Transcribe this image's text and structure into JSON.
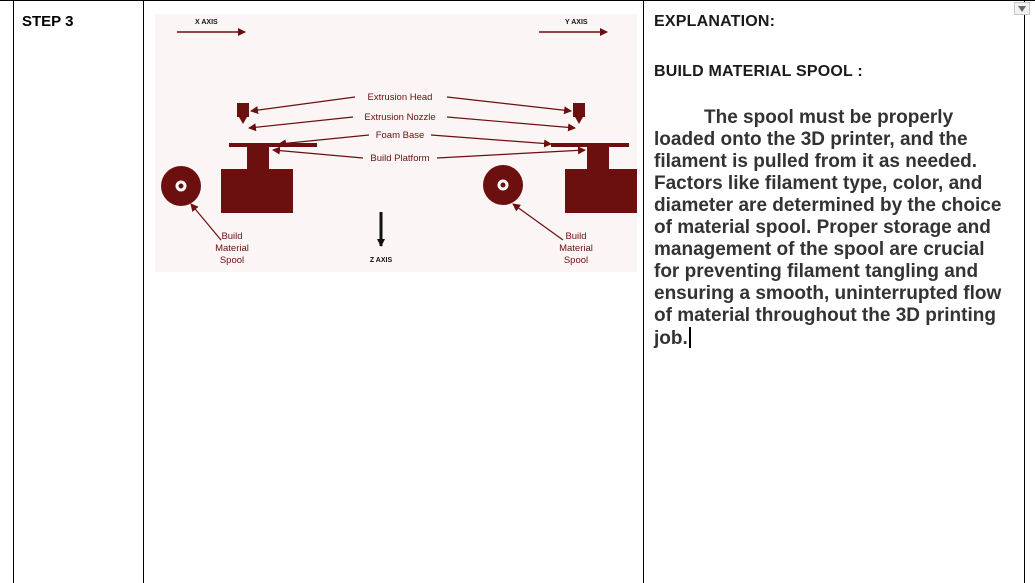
{
  "step": {
    "label": "STEP 3"
  },
  "diagram": {
    "axis_x": "X AXIS",
    "axis_y": "Y AXIS",
    "axis_z": "Z AXIS",
    "labels": {
      "extrusion_head": "Extrusion Head",
      "extrusion_nozzle": "Extrusion Nozzle",
      "foam_base": "Foam Base",
      "build_platform": "Build Platform"
    },
    "spool_left": [
      "Build",
      "Material",
      "Spool"
    ],
    "spool_right": [
      "Build",
      "Material",
      "Spool"
    ],
    "colors": {
      "maroon": "#6b0f0f",
      "background": "#fbf5f5"
    }
  },
  "explanation": {
    "title": "EXPLANATION:",
    "subtitle": "BUILD MATERIAL SPOOL :",
    "body": "The spool must be properly loaded onto the 3D printer, and the filament is pulled from it as needed. Factors like filament type, color, and diameter are determined by the choice of material spool. Proper storage and management of the spool are crucial for preventing filament tangling and ensuring a smooth, uninterrupted flow of material throughout the 3D printing job."
  },
  "controls": {
    "dropdown_icon": "triangle-down-icon"
  }
}
